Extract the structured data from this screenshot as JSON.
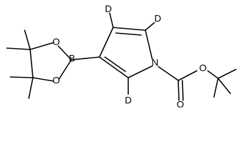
{
  "molecule": {
    "atoms": {
      "d_top": "D",
      "d_right": "D",
      "d_bottom": "D",
      "n": "N",
      "b": "B",
      "o_upper": "O",
      "o_lower": "O",
      "o_carbonyl": "O",
      "o_ester": "O"
    }
  },
  "colors": {
    "bond": "#000000",
    "background": "#ffffff"
  }
}
